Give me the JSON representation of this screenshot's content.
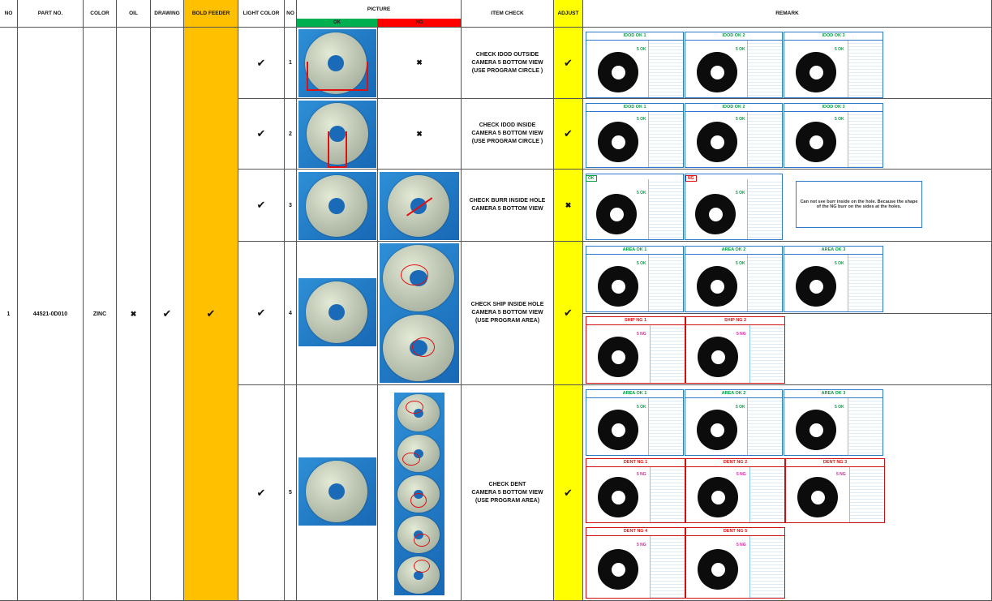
{
  "headers": {
    "no": "NO",
    "part_no": "PART NO.",
    "color": "COLOR",
    "oil": "OIL",
    "drawing": "DRAWING",
    "bold_feeder": "BOLD FEEDER",
    "light_color": "LIGHT COLOR",
    "no2": "NO",
    "picture": "PICTURE",
    "ok": "OK",
    "ng": "NG",
    "item_check": "ITEM CHECK",
    "adjust": "ADJUST",
    "remark": "REMARK"
  },
  "item": {
    "no": "1",
    "part_no": "44521-0D010",
    "color": "ZINC",
    "oil": "✖",
    "drawing": "✔",
    "bold_feeder": "✔"
  },
  "rows": [
    {
      "no": "1",
      "light": "✔",
      "ng_mark": "✖",
      "adjust": "✔",
      "check": [
        "CHECK IDOD OUTSIDE",
        "CAMERA 5 BOTTOM VIEW",
        "(USE PROGRAM CIRCLE )"
      ]
    },
    {
      "no": "2",
      "light": "✔",
      "ng_mark": "✖",
      "adjust": "✔",
      "check": [
        "CHECK IDOD INSIDE",
        "CAMERA 5 BOTTOM VIEW",
        "(USE PROGRAM CIRCLE )"
      ]
    },
    {
      "no": "3",
      "light": "✔",
      "adjust": "✖",
      "check": [
        "CHECK BURR INSIDE HOLE",
        "CAMERA 5 BOTTOM VIEW"
      ]
    },
    {
      "no": "4",
      "light": "✔",
      "adjust": "✔",
      "check": [
        "CHECK SHIP INSIDE HOLE",
        "CAMERA 5 BOTTOM VIEW",
        "(USE PROGRAM AREA)"
      ]
    },
    {
      "no": "5",
      "light": "✔",
      "adjust": "✔",
      "check": [
        "CHECK DENT",
        "CAMERA 5 BOTTOM VIEW",
        "(USE PROGRAM AREA)"
      ]
    }
  ],
  "remark": {
    "r1": [
      "IDOD OK 1",
      "IDOD OK 2",
      "IDOD OK 3"
    ],
    "r2": [
      "IDOD OK 1",
      "IDOD OK 2",
      "IDOD OK 3"
    ],
    "r3_tags": [
      "OK",
      "NG"
    ],
    "r3_note": "Can not see burr inside on the hole. Because the shape of the NG burr on the sides at the holes.",
    "r4_ok": [
      "AREA OK 1",
      "AREA OK 2",
      "AREA OK 3"
    ],
    "r4_ng": [
      "SHIP NG 1",
      "SHIP NG 2"
    ],
    "r5_ok": [
      "AREA OK 1",
      "AREA OK 2",
      "AREA OK 3"
    ],
    "r5_ng": [
      "DENT NG 1",
      "DENT NG 2",
      "DENT NG 3",
      "DENT NG 4",
      "DENT NG 5"
    ],
    "status_ok": "5 OK",
    "status_ng": "5 NG"
  }
}
